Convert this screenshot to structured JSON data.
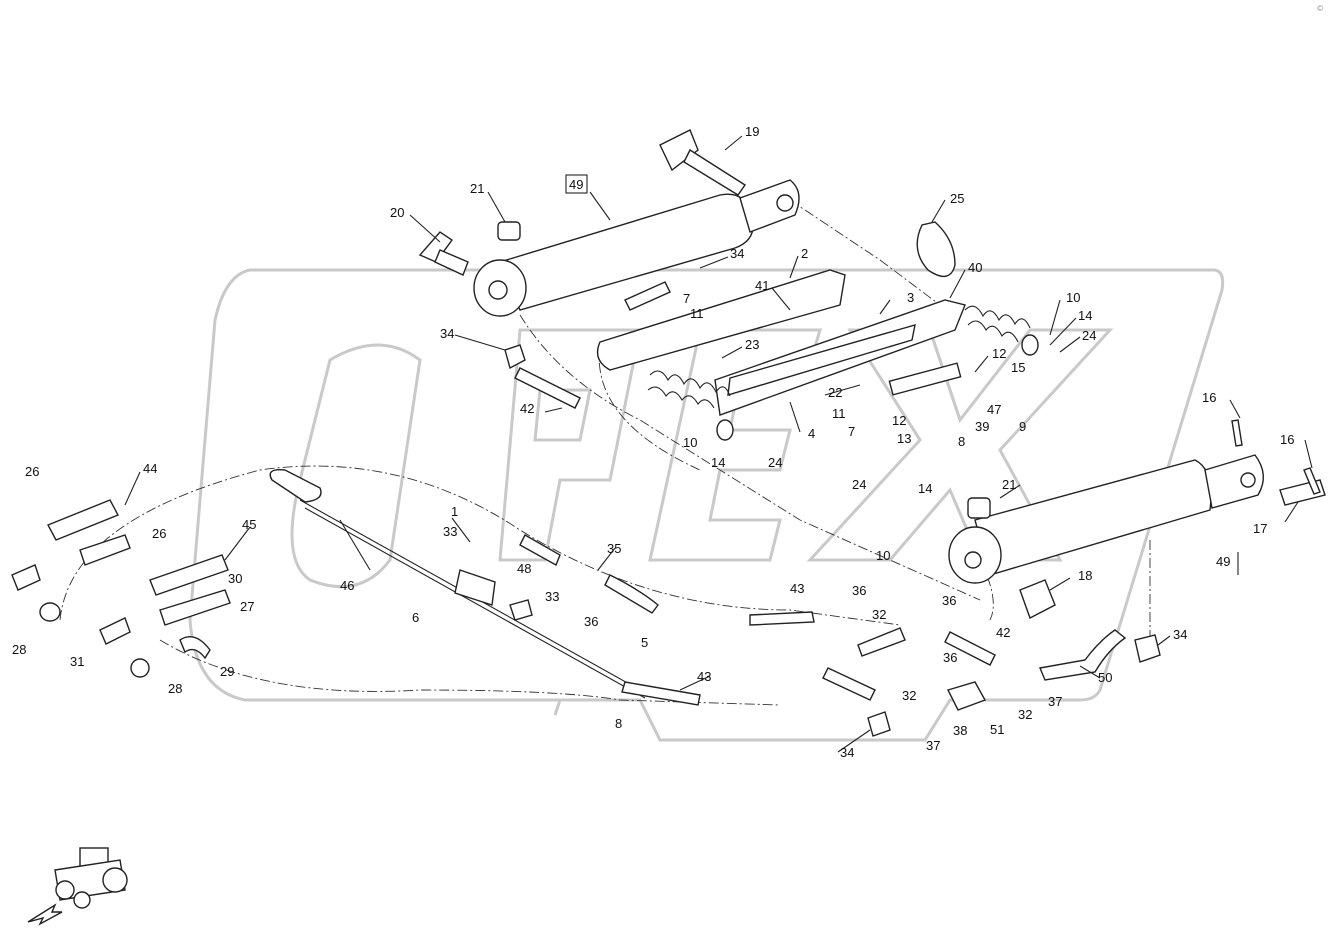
{
  "corner_mark": "© ",
  "watermark": "OPEX",
  "callouts": [
    {
      "id": "c19",
      "text": "19"
    },
    {
      "id": "c49a",
      "text": "49"
    },
    {
      "id": "c21a",
      "text": "21"
    },
    {
      "id": "c20",
      "text": "20"
    },
    {
      "id": "c25",
      "text": "25"
    },
    {
      "id": "c2",
      "text": "2"
    },
    {
      "id": "c34a",
      "text": "34"
    },
    {
      "id": "c40",
      "text": "40"
    },
    {
      "id": "c41",
      "text": "41"
    },
    {
      "id": "c3",
      "text": "3"
    },
    {
      "id": "c10a",
      "text": "10"
    },
    {
      "id": "c14a",
      "text": "14"
    },
    {
      "id": "c24a",
      "text": "24"
    },
    {
      "id": "c7a",
      "text": "7"
    },
    {
      "id": "c11a",
      "text": "11"
    },
    {
      "id": "c34b",
      "text": "34"
    },
    {
      "id": "c23",
      "text": "23"
    },
    {
      "id": "c12a",
      "text": "12"
    },
    {
      "id": "c15",
      "text": "15"
    },
    {
      "id": "c22",
      "text": "22"
    },
    {
      "id": "c42a",
      "text": "42"
    },
    {
      "id": "c11b",
      "text": "11"
    },
    {
      "id": "c7b",
      "text": "7"
    },
    {
      "id": "c4",
      "text": "4"
    },
    {
      "id": "c12b",
      "text": "12"
    },
    {
      "id": "c13",
      "text": "13"
    },
    {
      "id": "c8a",
      "text": "8"
    },
    {
      "id": "c39",
      "text": "39"
    },
    {
      "id": "c47",
      "text": "47"
    },
    {
      "id": "c9",
      "text": "9"
    },
    {
      "id": "c10b",
      "text": "10"
    },
    {
      "id": "c14b",
      "text": "14"
    },
    {
      "id": "c24b",
      "text": "24"
    },
    {
      "id": "c16a",
      "text": "16"
    },
    {
      "id": "c16b",
      "text": "16"
    },
    {
      "id": "c17",
      "text": "17"
    },
    {
      "id": "c21b",
      "text": "21"
    },
    {
      "id": "c24c",
      "text": "24"
    },
    {
      "id": "c14c",
      "text": "14"
    },
    {
      "id": "c10c",
      "text": "10"
    },
    {
      "id": "c49b",
      "text": "49"
    },
    {
      "id": "c18",
      "text": "18"
    },
    {
      "id": "c26a",
      "text": "26"
    },
    {
      "id": "c44",
      "text": "44"
    },
    {
      "id": "c26b",
      "text": "26"
    },
    {
      "id": "c45",
      "text": "45"
    },
    {
      "id": "c30",
      "text": "30"
    },
    {
      "id": "c27",
      "text": "27"
    },
    {
      "id": "c28a",
      "text": "28"
    },
    {
      "id": "c31",
      "text": "31"
    },
    {
      "id": "c28b",
      "text": "28"
    },
    {
      "id": "c29",
      "text": "29"
    },
    {
      "id": "c46",
      "text": "46"
    },
    {
      "id": "c1",
      "text": "1"
    },
    {
      "id": "c33a",
      "text": "33"
    },
    {
      "id": "c48",
      "text": "48"
    },
    {
      "id": "c33b",
      "text": "33"
    },
    {
      "id": "c35",
      "text": "35"
    },
    {
      "id": "c36a",
      "text": "36"
    },
    {
      "id": "c6",
      "text": "6"
    },
    {
      "id": "c5",
      "text": "5"
    },
    {
      "id": "c43a",
      "text": "43"
    },
    {
      "id": "c8b",
      "text": "8"
    },
    {
      "id": "c43b",
      "text": "43"
    },
    {
      "id": "c36b",
      "text": "36"
    },
    {
      "id": "c32a",
      "text": "32"
    },
    {
      "id": "c36c",
      "text": "36"
    },
    {
      "id": "c42b",
      "text": "42"
    },
    {
      "id": "c36d",
      "text": "36"
    },
    {
      "id": "c34c",
      "text": "34"
    },
    {
      "id": "c50",
      "text": "50"
    },
    {
      "id": "c32b",
      "text": "32"
    },
    {
      "id": "c32c",
      "text": "32"
    },
    {
      "id": "c37a",
      "text": "37"
    },
    {
      "id": "c51",
      "text": "51"
    },
    {
      "id": "c38",
      "text": "38"
    },
    {
      "id": "c37b",
      "text": "37"
    },
    {
      "id": "c34d",
      "text": "34"
    }
  ]
}
